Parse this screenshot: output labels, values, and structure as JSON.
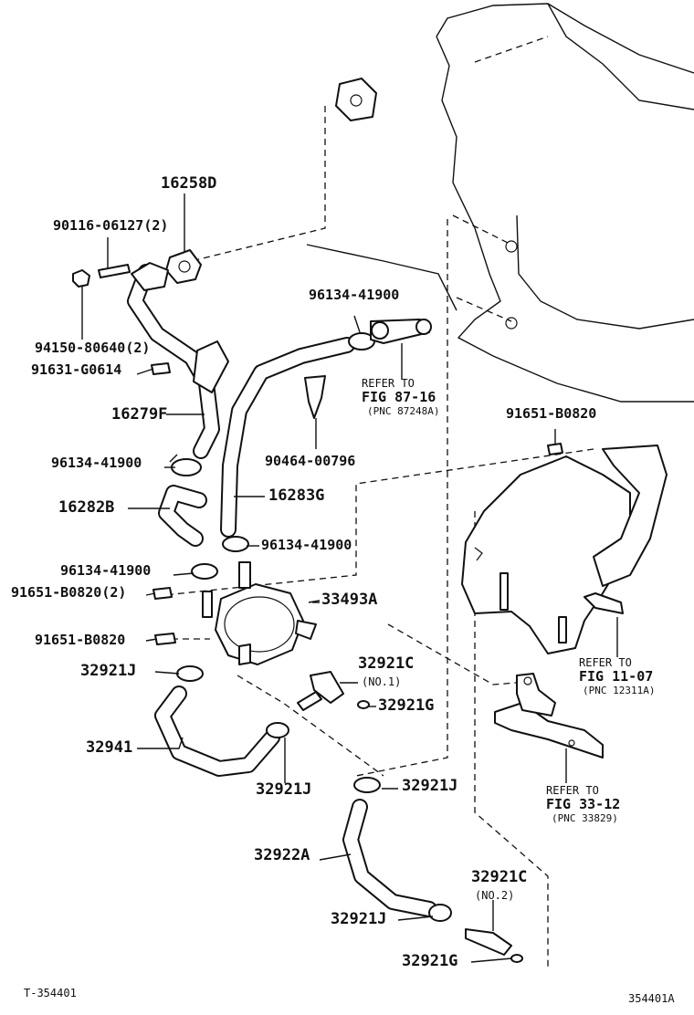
{
  "labels": {
    "p16258d": "16258D",
    "p90116": "90116-06127(2)",
    "p94150": "94150-80640(2)",
    "p91631": "91631-G0614",
    "p16279f": "16279F",
    "p96134_top": "96134-41900",
    "p96134_left1": "96134-41900",
    "p16282b": "16282B",
    "p96134_left2": "96134-41900",
    "p96134_mid": "96134-41900",
    "p91651_2": "91651-B0820(2)",
    "p91651_left": "91651-B0820",
    "p91651_right": "91651-B0820",
    "p32921j_a": "32921J",
    "p32941": "32941",
    "p32921j_b": "32921J",
    "p32921j_c": "32921J",
    "p32922a": "32922A",
    "p32921j_d": "32921J",
    "p32921g_a": "32921G",
    "p32921g_b": "32921G",
    "p32921c_a": "32921C",
    "p32921c_b": "32921C",
    "p90464": "90464-00796",
    "p16283g": "16283G",
    "p33493a": "33493A"
  },
  "sub_labels": {
    "no1": "(NO.1)",
    "no2": "(NO.2)"
  },
  "references": [
    {
      "line1": "REFER TO",
      "line2": "FIG 87-16",
      "line3": "(PNC 87248A)"
    },
    {
      "line1": "REFER TO",
      "line2": "FIG 11-07",
      "line3": "(PNC 12311A)"
    },
    {
      "line1": "REFER TO",
      "line2": "FIG 33-12",
      "line3": "(PNC 33829)"
    }
  ],
  "footer": {
    "left_code": "T-354401",
    "right_code": "354401A"
  }
}
